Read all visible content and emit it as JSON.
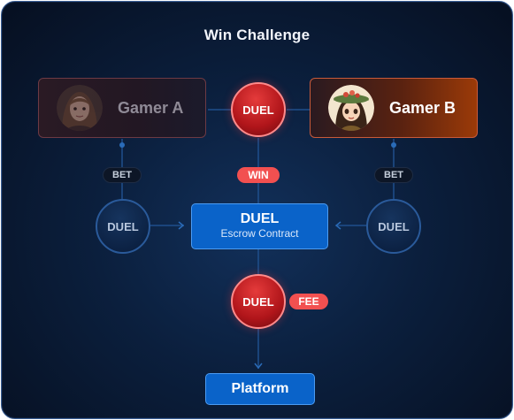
{
  "title": "Win Challenge",
  "gamer_a": {
    "name": "Gamer A",
    "avatar_icon": "girl-portrait-icon"
  },
  "gamer_b": {
    "name": "Gamer B",
    "avatar_icon": "anime-girl-portrait-icon"
  },
  "duel_label": "DUEL",
  "bet_label": "BET",
  "win_label": "WIN",
  "fee_label": "FEE",
  "escrow": {
    "title": "DUEL",
    "subtitle": "Escrow Contract"
  },
  "platform_label": "Platform",
  "colors": {
    "accent_blue": "#0a63c9",
    "duel_red": "#b0151a",
    "badge_red": "#f25050",
    "background": "#0b1f3d"
  }
}
